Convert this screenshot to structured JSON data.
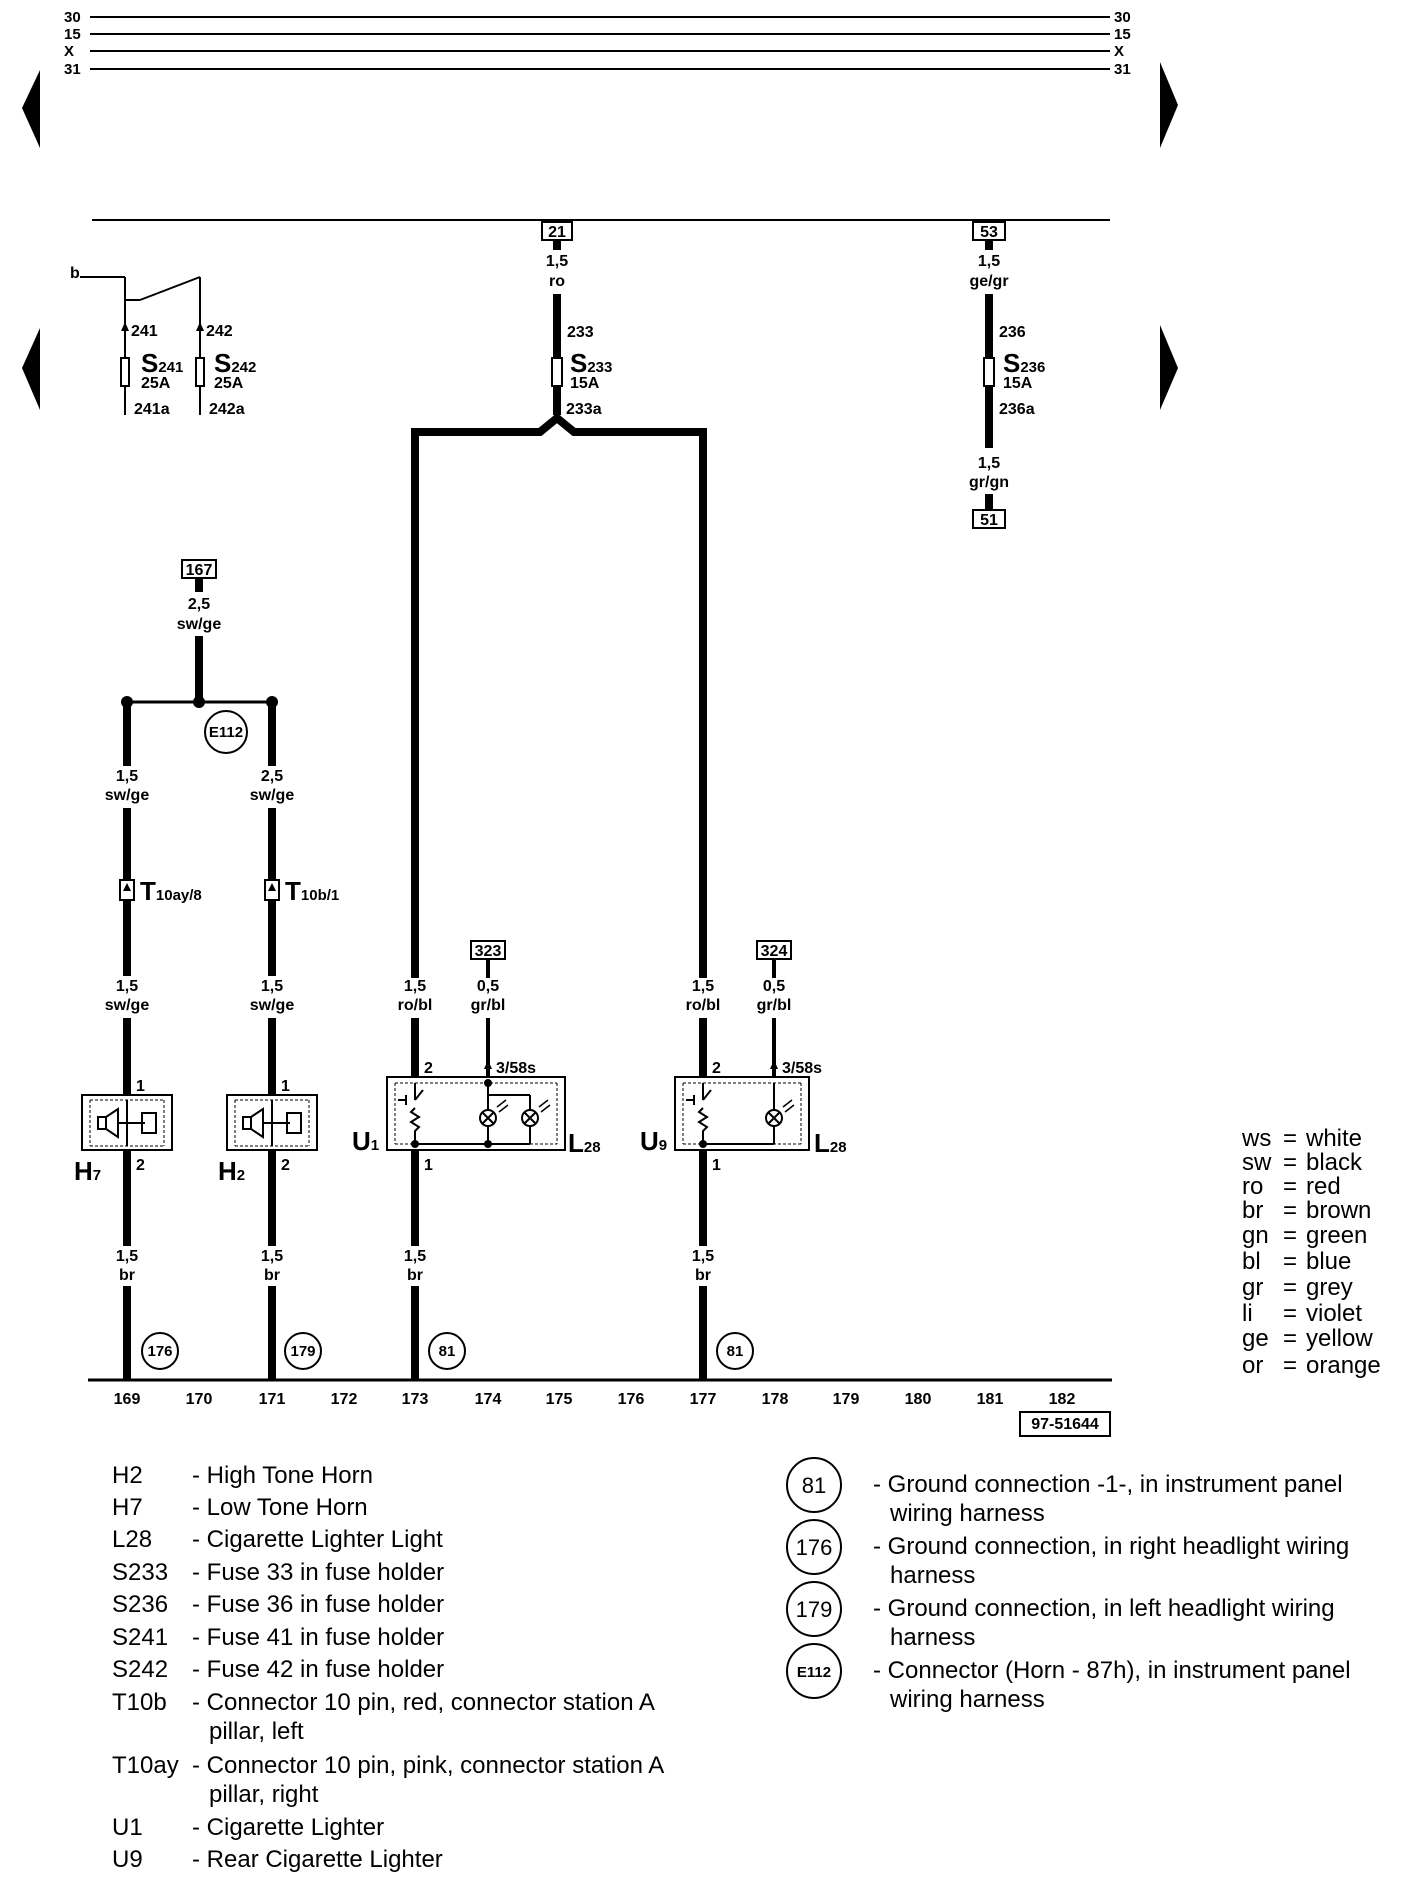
{
  "rails": {
    "labels": [
      "30",
      "15",
      "X",
      "31"
    ]
  },
  "wire_labels": {
    "b": "b",
    "t21": "21",
    "t21_size": "1,5",
    "t21_color": "ro",
    "t53": "53",
    "t53_size": "1,5",
    "t53_color": "ge/gr",
    "t51": "51",
    "t51_size": "1,5",
    "t51_color": "gr/gn",
    "t167": "167",
    "t167_size": "2,5",
    "t167_color": "sw/ge",
    "t323": "323",
    "t323_size": "0,5",
    "t323_color": "gr/bl",
    "t324": "324",
    "t324_size": "0,5",
    "t324_color": "gr/bl",
    "h7_top_size": "1,5",
    "h7_top_color": "sw/ge",
    "h2_top_size": "2,5",
    "h2_top_color": "sw/ge",
    "h7_mid_size": "1,5",
    "h7_mid_color": "sw/ge",
    "h2_mid_size": "1,5",
    "h2_mid_color": "sw/ge",
    "u1_size": "1,5",
    "u1_color": "ro/bl",
    "u9_size": "1,5",
    "u9_color": "ro/bl",
    "h7_bot_size": "1,5",
    "h7_bot_color": "br",
    "h2_bot_size": "1,5",
    "h2_bot_color": "br",
    "u1_bot_size": "1,5",
    "u1_bot_color": "br",
    "u9_bot_size": "1,5",
    "u9_bot_color": "br"
  },
  "fuses": {
    "s241": {
      "main": "S",
      "sub": "241",
      "rating": "25A",
      "in": "241",
      "out": "241a"
    },
    "s242": {
      "main": "S",
      "sub": "242",
      "rating": "25A",
      "in": "242",
      "out": "242a"
    },
    "s233": {
      "main": "S",
      "sub": "233",
      "rating": "15A",
      "in": "233",
      "out": "233a"
    },
    "s236": {
      "main": "S",
      "sub": "236",
      "rating": "15A",
      "in": "236",
      "out": "236a"
    }
  },
  "connectors": {
    "t10ay": {
      "main": "T",
      "sub": "10ay/8"
    },
    "t10b": {
      "main": "T",
      "sub": "10b/1"
    }
  },
  "components": {
    "h7": {
      "main": "H",
      "sub": "7",
      "pin_in": "1",
      "pin_out": "2"
    },
    "h2": {
      "main": "H",
      "sub": "2",
      "pin_in": "1",
      "pin_out": "2"
    },
    "u1": {
      "main": "U",
      "sub": "1",
      "pin_in": "2",
      "pin_out": "1",
      "pin_light": "3/58s"
    },
    "u9": {
      "main": "U",
      "sub": "9",
      "pin_in": "2",
      "pin_out": "1",
      "pin_light": "3/58s"
    },
    "l28a": {
      "main": "L",
      "sub": "28"
    },
    "l28b": {
      "main": "L",
      "sub": "28"
    }
  },
  "grounds": {
    "g176": "176",
    "g179": "179",
    "g81a": "81",
    "g81b": "81",
    "e112": "E112"
  },
  "tracks": [
    "169",
    "170",
    "171",
    "172",
    "173",
    "174",
    "175",
    "176",
    "177",
    "178",
    "179",
    "180",
    "181",
    "182"
  ],
  "diagram_number": "97-51644",
  "color_key": [
    {
      "code": "ws",
      "name": "white"
    },
    {
      "code": "sw",
      "name": "black"
    },
    {
      "code": "ro",
      "name": "red"
    },
    {
      "code": "br",
      "name": "brown"
    },
    {
      "code": "gn",
      "name": "green"
    },
    {
      "code": "bl",
      "name": "blue"
    },
    {
      "code": "gr",
      "name": "grey"
    },
    {
      "code": "li",
      "name": "violet"
    },
    {
      "code": "ge",
      "name": "yellow"
    },
    {
      "code": "or",
      "name": "orange"
    }
  ],
  "legend": [
    {
      "code": "H2",
      "desc": "- High Tone Horn"
    },
    {
      "code": "H7",
      "desc": "- Low Tone Horn"
    },
    {
      "code": "L28",
      "desc": "- Cigarette Lighter Light"
    },
    {
      "code": "S233",
      "desc": "- Fuse 33 in fuse holder"
    },
    {
      "code": "S236",
      "desc": "- Fuse 36 in fuse holder"
    },
    {
      "code": "S241",
      "desc": "- Fuse 41 in fuse holder"
    },
    {
      "code": "S242",
      "desc": "- Fuse 42 in fuse holder"
    },
    {
      "code": "T10b",
      "desc": "- Connector 10 pin, red, connector station A",
      "desc2": "pillar, left"
    },
    {
      "code": "T10ay",
      "desc": "- Connector 10 pin, pink, connector station A",
      "desc2": "pillar, right"
    },
    {
      "code": "U1",
      "desc": "- Cigarette Lighter"
    },
    {
      "code": "U9",
      "desc": "- Rear Cigarette Lighter"
    }
  ],
  "ground_legend": [
    {
      "symbol": "81",
      "desc": "- Ground connection -1-, in instrument panel",
      "desc2": "wiring harness"
    },
    {
      "symbol": "176",
      "desc": "- Ground connection, in right headlight wiring",
      "desc2": "harness"
    },
    {
      "symbol": "179",
      "desc": "- Ground connection, in left headlight wiring",
      "desc2": "harness"
    },
    {
      "symbol": "E112",
      "desc": "- Connector (Horn - 87h), in instrument panel",
      "desc2": "wiring harness"
    }
  ]
}
